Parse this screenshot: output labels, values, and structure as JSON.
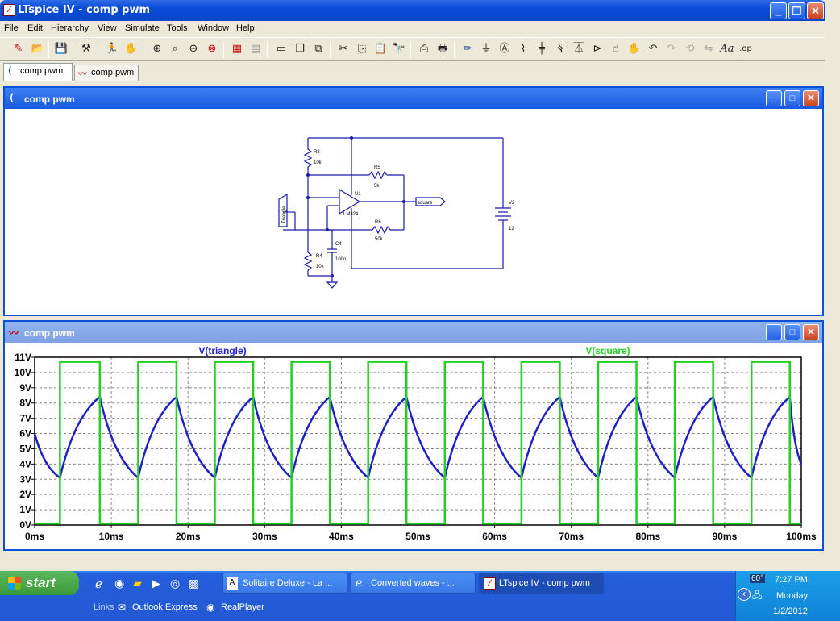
{
  "app": {
    "title": "LTspice IV - comp pwm",
    "icon": "ltspice-icon"
  },
  "menu": [
    "File",
    "Edit",
    "Hierarchy",
    "View",
    "Simulate",
    "Tools",
    "Window",
    "Help"
  ],
  "tabs": [
    {
      "label": "comp pwm",
      "icon": "schematic-icon"
    },
    {
      "label": "comp pwm",
      "icon": "waveform-icon"
    }
  ],
  "schematic_window": {
    "title": "comp pwm",
    "components": {
      "r3": {
        "name": "R3",
        "value": "10k"
      },
      "r5": {
        "name": "R5",
        "value": "5k"
      },
      "r6": {
        "name": "R6",
        "value": "50k"
      },
      "r4": {
        "name": "R4",
        "value": "10k"
      },
      "c4": {
        "name": "C4",
        "value": "100n"
      },
      "u1": {
        "name": "U1",
        "value": "LM324"
      },
      "v2": {
        "name": "V2",
        "value": "12"
      },
      "label_square": "square",
      "label_triangle": "Triangle"
    }
  },
  "plot_window": {
    "title": "comp pwm"
  },
  "chart_data": {
    "type": "line",
    "x_unit": "ms",
    "xlim": [
      0,
      100
    ],
    "ylim": [
      0,
      11
    ],
    "x_ticks": [
      "0ms",
      "10ms",
      "20ms",
      "30ms",
      "40ms",
      "50ms",
      "60ms",
      "70ms",
      "80ms",
      "90ms",
      "100ms"
    ],
    "y_ticks": [
      "0V",
      "1V",
      "2V",
      "3V",
      "4V",
      "5V",
      "6V",
      "7V",
      "8V",
      "9V",
      "10V",
      "11V"
    ],
    "grid": true,
    "series": [
      {
        "name": "V(triangle)",
        "color": "#1f1fc8",
        "x": [
          0,
          3.3,
          8.5,
          13.5,
          18.5,
          23.5,
          28.5,
          33.5,
          38.5,
          43.5,
          48.5,
          53.5,
          58.5,
          63.5,
          68.5,
          73.5,
          78.5,
          83.5,
          88.5,
          93.5,
          98.5,
          100
        ],
        "y": [
          6.0,
          3.1,
          8.4,
          3.1,
          8.4,
          3.1,
          8.4,
          3.1,
          8.4,
          3.1,
          8.4,
          3.1,
          8.4,
          3.1,
          8.4,
          3.1,
          8.4,
          3.1,
          8.4,
          3.1,
          8.4,
          4.0
        ]
      },
      {
        "name": "V(square)",
        "color": "#22d022",
        "x": [
          0,
          3.3,
          3.3,
          8.5,
          8.5,
          13.5,
          13.5,
          18.5,
          18.5,
          23.5,
          23.5,
          28.5,
          28.5,
          33.5,
          33.5,
          38.5,
          38.5,
          43.5,
          43.5,
          48.5,
          48.5,
          53.5,
          53.5,
          58.5,
          58.5,
          63.5,
          63.5,
          68.5,
          68.5,
          73.5,
          73.5,
          78.5,
          78.5,
          83.5,
          83.5,
          88.5,
          88.5,
          93.5,
          93.5,
          98.5,
          98.5,
          100
        ],
        "y": [
          0.1,
          0.1,
          10.7,
          10.7,
          0.1,
          0.1,
          10.7,
          10.7,
          0.1,
          0.1,
          10.7,
          10.7,
          0.1,
          0.1,
          10.7,
          10.7,
          0.1,
          0.1,
          10.7,
          10.7,
          0.1,
          0.1,
          10.7,
          10.7,
          0.1,
          0.1,
          10.7,
          10.7,
          0.1,
          0.1,
          10.7,
          10.7,
          0.1,
          0.1,
          10.7,
          10.7,
          0.1,
          0.1,
          10.7,
          10.7,
          0.1,
          0.1
        ]
      }
    ]
  },
  "taskbar": {
    "start": "start",
    "tasks": [
      {
        "label": "Solitaire Deluxe - La ...",
        "icon": "solitaire-icon"
      },
      {
        "label": "Converted waves - ...",
        "icon": "ie-icon"
      },
      {
        "label": "LTspice IV - comp pwm",
        "icon": "ltspice-icon"
      }
    ],
    "links_label": "Links",
    "links": [
      "Outlook Express",
      "RealPlayer"
    ],
    "temp": "60°",
    "time": "7:27 PM",
    "day": "Monday",
    "date": "1/2/2012"
  }
}
